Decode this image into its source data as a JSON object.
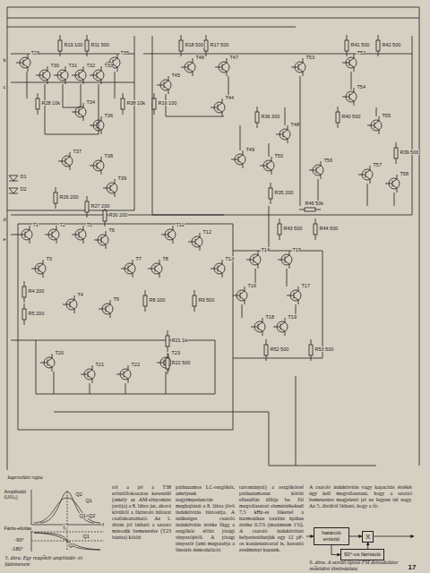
{
  "diagram": {
    "nodes": [
      {
        "text": [
          "határoló erősítő"
        ]
      },
      {
        "text": [
          "X"
        ]
      },
      {
        "text": [
          "90°-os fázistoló"
        ]
      }
    ],
    "edges": [
      {
        "from": 0,
        "to": 1,
        "arrow": "to"
      },
      {
        "from": 0,
        "to": 2,
        "arrow": "to"
      },
      {
        "from": 2,
        "to": 1,
        "arrow": "to"
      }
    ],
    "labels": [
      "T29",
      "T30",
      "T31",
      "T32",
      "T33",
      "T35",
      "T34",
      "T36",
      "T37",
      "T38",
      "T39",
      "T45",
      "T46",
      "T47",
      "T44",
      "T49",
      "T50",
      "T48",
      "T53",
      "T52",
      "T54",
      "T55",
      "T56",
      "T57",
      "T58",
      "T1",
      "T2",
      "T5",
      "T6",
      "T3",
      "T7",
      "T8",
      "T11",
      "T12",
      "T13",
      "T4",
      "T9",
      "T14",
      "T15",
      "T16",
      "T17",
      "T18",
      "T19",
      "T20",
      "T21",
      "T22",
      "T23",
      "R19 100",
      "R11 500",
      "R28 10k",
      "R38 10k",
      "R26 200",
      "R27 200",
      "R18 500",
      "R17 500",
      "R16 100",
      "R36 300",
      "R35 200",
      "R42 500",
      "R41 500",
      "R40 500",
      "R39 500",
      "R46 50k",
      "R43 500",
      "R44 500",
      "R52 500",
      "R53 500",
      "R4 200",
      "R5 200",
      "R8 100",
      "R9 500",
      "R21 1k",
      "R22 500",
      "R30 200",
      "b",
      "c",
      "d",
      "e",
      "D1",
      "D2",
      "kapcsolási rajza",
      "Amplitúdó (U/U₀)",
      "Q1",
      "Q2",
      "Q1<Q2",
      "f₀",
      "f",
      "Fázis-eltolás",
      "-90°",
      "-180°",
      "Q1",
      "Q2",
      "5. ábra. Egy rezgőkör amplitúdó- és fázismenete",
      "ról a jel a T38 erősítőfokozaton keresztül (amely az AM-elnyomást javítja) a 8. lábra jut, ahová kívülről a fázistoló hálózat csatlakoztatható. Az 1. ábrán jól látható a szorzó második bemenetére (T23 bázisa) kötött",
      "párhuzamos LC-rezgőkör, amelynek nagyimpedanciás meghajtását a 8. lábra jövő induktivitás biztosítja. A szükséges csatoló induktivitás értéke függ a rezgőkör előírt jósági tényezőjétől. A jósági tényezőt (ami megszabja a lineáris demoduláció",
      "tartományát) a rezgőkörrel párhuzamosan kötött ellenállás állítja be. Jól megválasztott elemértékeknél 7,5 kHz-es lökettel a harmonikus torzítás tipikus értéke 0,5% (maximum 1%). A csatoló induktivitást helyettesíthetjük egy 12 pF-os kondenzátorral is, hasonló eredményt kapunk.",
      "A csatoló induktivitás vagy kapacitás értékét úgy kell megválasztani, hogy a szorzó bemenetére megjelenő jel ne legyen túl nagy. Az 5. ábrából látható, hogy a fá-",
      "6. ábra. A szorzó típusú FM demodulátor működési tömbvázlata",
      "17"
    ]
  }
}
